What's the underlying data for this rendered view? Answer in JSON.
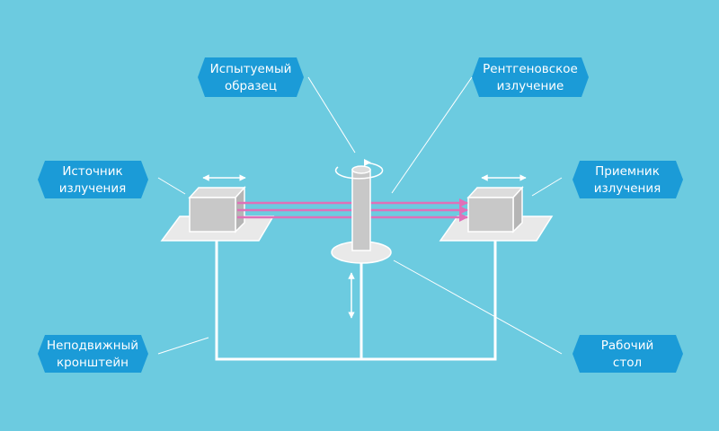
{
  "colors": {
    "background": "#6ccbe0",
    "label_fill": "#1b9bd7",
    "line": "#ffffff",
    "beam": "#e070b8",
    "box_face": "#c8c8c8",
    "platform": "#e9e9e9"
  },
  "labels": {
    "sample": [
      "Испытуемый",
      "образец"
    ],
    "xray": [
      "Рентгеновское",
      "излучение"
    ],
    "source": [
      "Источник",
      "излучения"
    ],
    "receiver": [
      "Приемник",
      "излучения"
    ],
    "bracket": [
      "Неподвижный",
      "кронштейн"
    ],
    "table": [
      "Рабочий",
      "стол"
    ]
  }
}
